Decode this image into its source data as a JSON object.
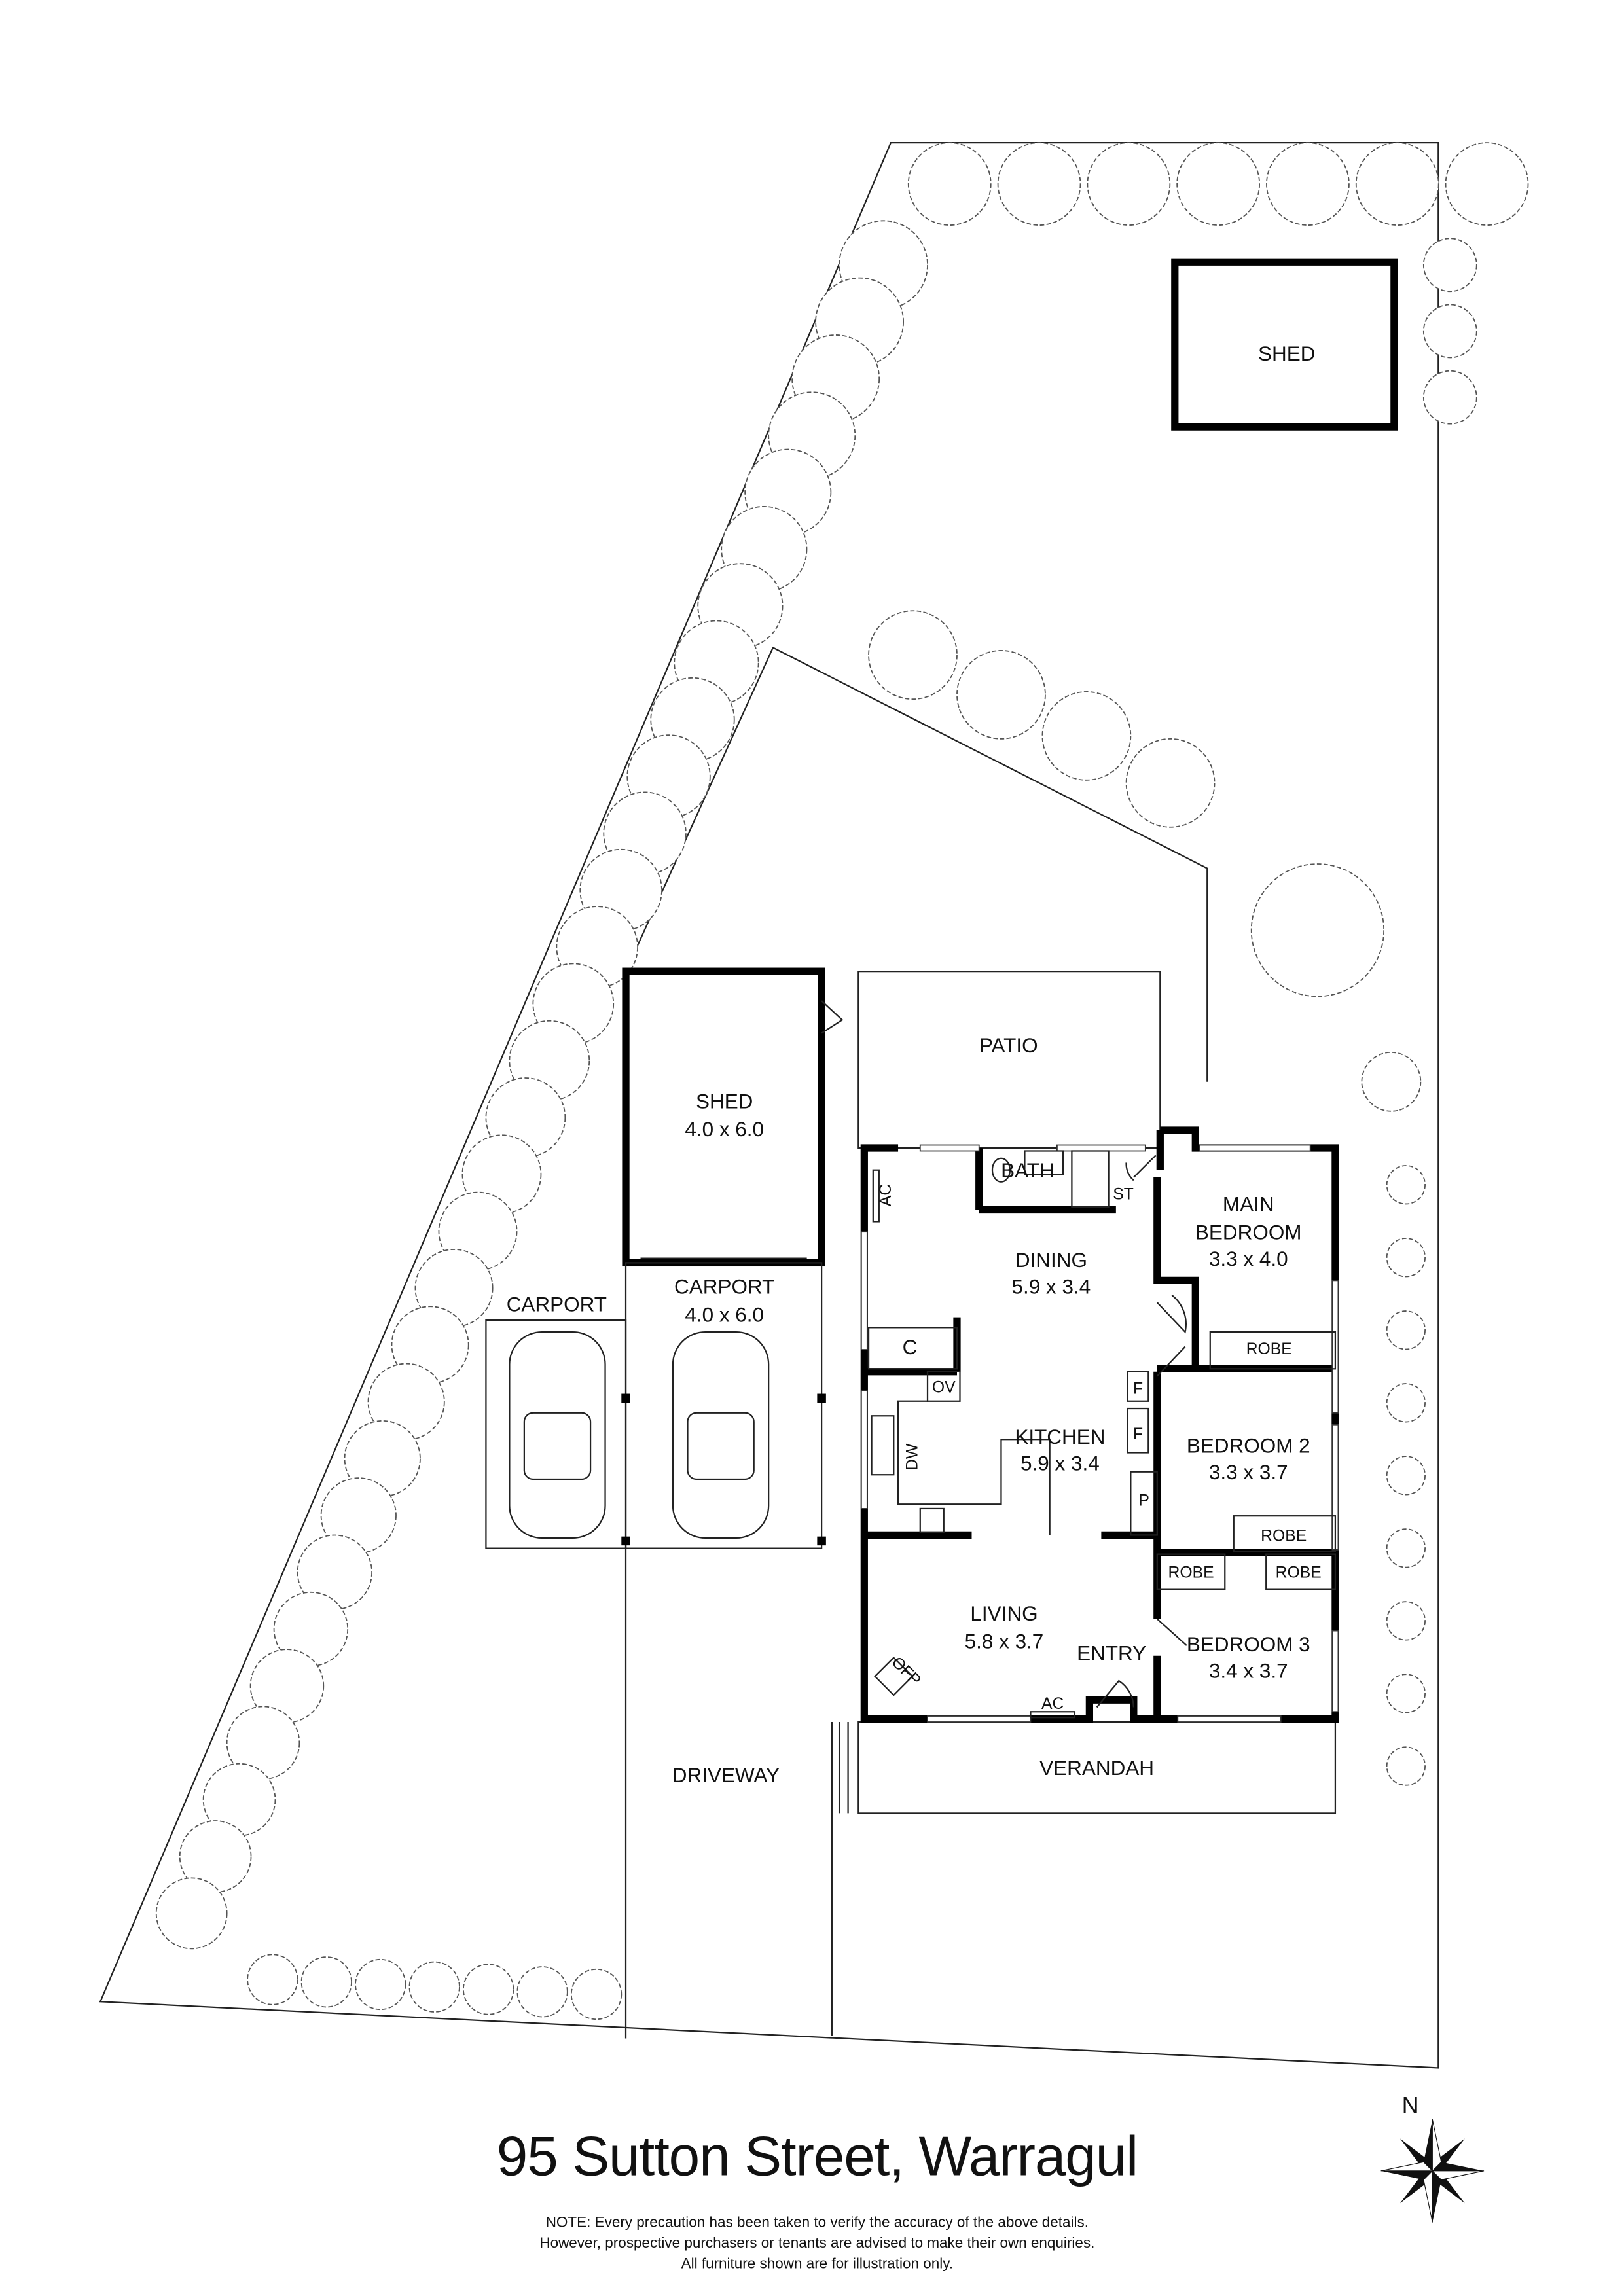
{
  "title": "95 Sutton Street, Warragul",
  "note": [
    "NOTE: Every precaution has been taken to verify the accuracy of the above details.",
    "However, prospective purchasers or tenants are advised to make their own enquiries.",
    "All furniture shown are for illustration only."
  ],
  "compass": {
    "label": "N",
    "icon": "north-arrow-compass-rose"
  },
  "rooms": {
    "shed_rear": {
      "name": "SHED"
    },
    "shed": {
      "name": "SHED",
      "size": "4.0 x 6.0"
    },
    "patio": {
      "name": "PATIO"
    },
    "carport_left": {
      "name": "CARPORT"
    },
    "carport": {
      "name": "CARPORT",
      "size": "4.0 x 6.0"
    },
    "driveway": {
      "name": "DRIVEWAY"
    },
    "verandah": {
      "name": "VERANDAH"
    },
    "dining": {
      "name": "DINING",
      "size": "5.9 x 3.4"
    },
    "kitchen": {
      "name": "KITCHEN",
      "size": "5.9 x 3.4"
    },
    "living": {
      "name": "LIVING",
      "size": "5.8 x 3.7"
    },
    "entry": {
      "name": "ENTRY"
    },
    "bath": {
      "name": "BATH"
    },
    "main_bedroom": {
      "name1": "MAIN",
      "name2": "BEDROOM",
      "size": "3.3 x 4.0"
    },
    "bedroom2": {
      "name": "BEDROOM 2",
      "size": "3.3 x 3.7"
    },
    "bedroom3": {
      "name": "BEDROOM 3",
      "size": "3.4 x 3.7"
    }
  },
  "fixtures": {
    "st": "ST",
    "c": "C",
    "ov": "OV",
    "f1": "F",
    "f2": "F",
    "p": "P",
    "dw": "DW",
    "ac1": "AC",
    "ac2": "AC",
    "ofp": "OFP",
    "robe_main": "ROBE",
    "robe_b2": "ROBE",
    "robe_b3a": "ROBE",
    "robe_b3b": "ROBE"
  }
}
